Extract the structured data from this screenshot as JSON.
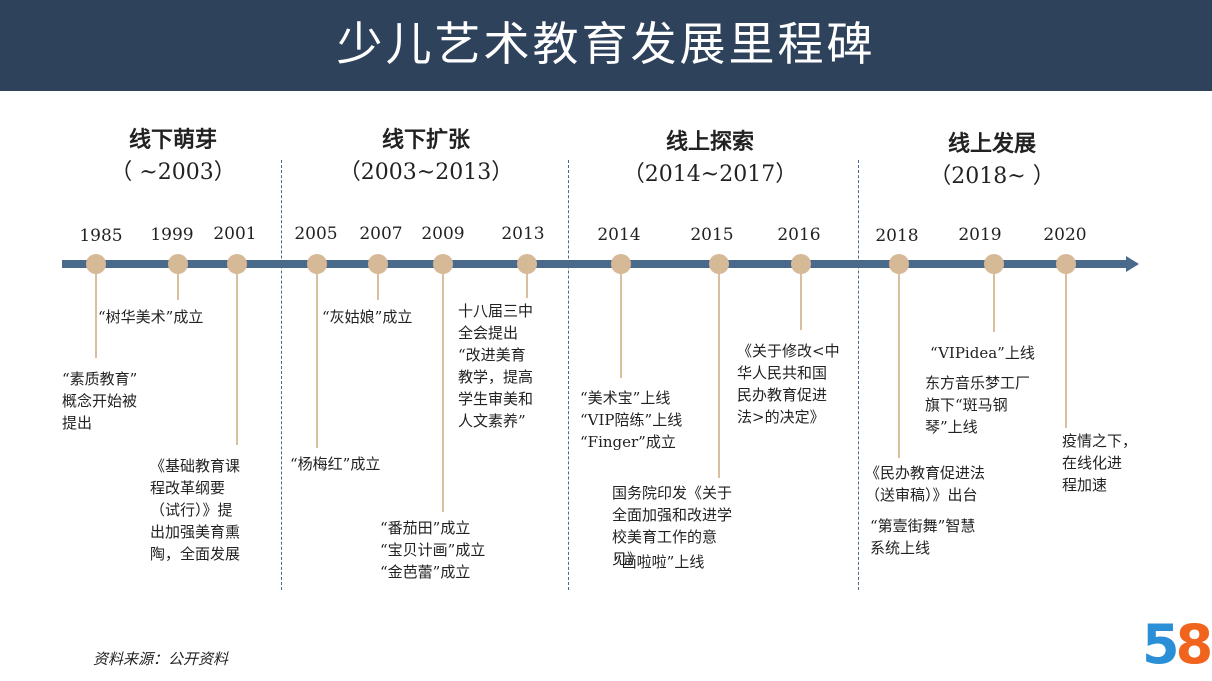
{
  "title": "少儿艺术教育发展里程碑",
  "phases": [
    {
      "name": "线下萌芽",
      "years": "（ ~2003）"
    },
    {
      "name": "线下扩张",
      "years": "（2003~2013）"
    },
    {
      "name": "线上探索",
      "years": "（2014~2017）"
    },
    {
      "name": "线上发展",
      "years": "（2018~ ）"
    }
  ],
  "milestones": [
    {
      "year": "1985",
      "events": [
        "“素质教育”\n概念开始被\n提出"
      ]
    },
    {
      "year": "1999",
      "events": [
        "“树华美术”成立"
      ]
    },
    {
      "year": "2001",
      "events": [
        "《基础教育课\n程改革纲要\n（试行）》提\n出加强美育熏\n陶，全面发展"
      ]
    },
    {
      "year": "2005",
      "events": [
        "“杨梅红”成立"
      ]
    },
    {
      "year": "2007",
      "events": [
        "“灰姑娘”成立"
      ]
    },
    {
      "year": "2009",
      "events": [
        "“番茄田”成立\n“宝贝计画”成立\n“金芭蕾”成立"
      ]
    },
    {
      "year": "2013",
      "events": [
        "十八届三中\n全会提出\n“改进美育\n教学，提高\n学生审美和\n人文素养”"
      ]
    },
    {
      "year": "2014",
      "events": [
        "“美术宝”上线\n“VIP陪练”上线\n“Finger”成立"
      ]
    },
    {
      "year": "2015",
      "events": [
        "国务院印发《关于\n全面加强和改进学\n校美育工作的意\n见》",
        "“画啦啦”上线"
      ]
    },
    {
      "year": "2016",
      "events": [
        "《关于修改<中\n华人民共和国\n民办教育促进\n法>的决定》"
      ]
    },
    {
      "year": "2018",
      "events": [
        "《民办教育促进法\n（送审稿）》出台",
        "“第壹街舞”智慧\n系统上线"
      ]
    },
    {
      "year": "2019",
      "events": [
        "“VIPidea”上线",
        "东方音乐梦工厂\n旗下“斑马钢\n琴”上线"
      ]
    },
    {
      "year": "2020",
      "events": [
        "疫情之下，\n在线化进\n程加速"
      ]
    }
  ],
  "source": "资料来源：公开资料",
  "logo": {
    "part1": "5",
    "part2": "8"
  },
  "colors": {
    "title_bar": "#2e425c",
    "axis": "#4a6a8c",
    "marker": "#d6b996",
    "stem": "#d9bfa0"
  }
}
